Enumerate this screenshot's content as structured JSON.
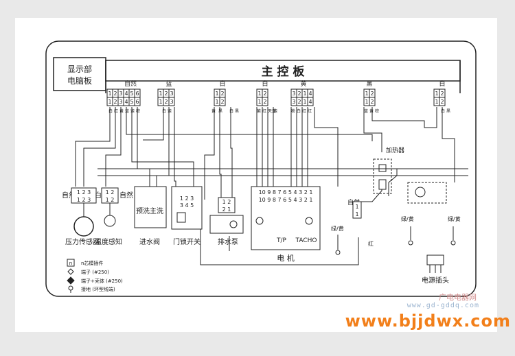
{
  "board": {
    "title": "主 控 板",
    "display_board": [
      "显示部",
      "电脑板"
    ],
    "connectors": [
      {
        "color": "自然",
        "pins": [
          "1",
          "2",
          "3",
          "4",
          "5",
          "6"
        ]
      },
      {
        "color": "蓝",
        "pins": [
          "1",
          "2",
          "3"
        ]
      },
      {
        "color": "白",
        "pins": [
          "1",
          "2"
        ]
      },
      {
        "color": "白",
        "pins": [
          "1",
          "2"
        ]
      },
      {
        "color": "黄",
        "pins": [
          "3",
          "2",
          "1",
          "4"
        ]
      },
      {
        "color": "黑",
        "pins": [
          "1",
          "2"
        ]
      },
      {
        "color": "白",
        "pins": [
          "1",
          "2"
        ]
      }
    ],
    "wire_colors": [
      "白",
      "红",
      "黄",
      "蓝",
      "紫",
      "棕",
      "白",
      "紫",
      "黄",
      "黑",
      "白",
      "黑",
      "紫",
      "红",
      "天蓝",
      "紫",
      "粉",
      "白",
      "红",
      "红",
      "蓝",
      "黄",
      "棕",
      "白",
      "黑"
    ]
  },
  "components": {
    "pressure_sensor": "压力传感器",
    "temp_sensor": "温度感知",
    "inlet_valve": "进水阀",
    "inlet_pre": "预洗",
    "inlet_main": "主洗",
    "door_lock": "门锁开关",
    "drain_pump": "排水泵",
    "motor": "电 机",
    "motor_tp": "T/P",
    "motor_tacho": "TACHO",
    "heater": "加热器",
    "power_plug": "电源插头",
    "green_yellow": "绿/黄"
  },
  "connector_labels": {
    "natural": "自然",
    "white": "白",
    "blue": "蓝",
    "black": "黑",
    "red": "红",
    "green_yellow": "绿/黄"
  },
  "legend": [
    {
      "symbol": "n",
      "text": "n芯模插件"
    },
    {
      "symbol": "diamond",
      "text": "端子 (#250)"
    },
    {
      "symbol": "diamond-filled",
      "text": "端子+壳体 (#250)"
    },
    {
      "symbol": "ground",
      "text": "接地 (环型线端)"
    }
  ],
  "watermark": {
    "brand_cn": "广电电器网",
    "url_small": "www.gd-gddq.com",
    "url_big": "www.bjjdwx.com"
  }
}
